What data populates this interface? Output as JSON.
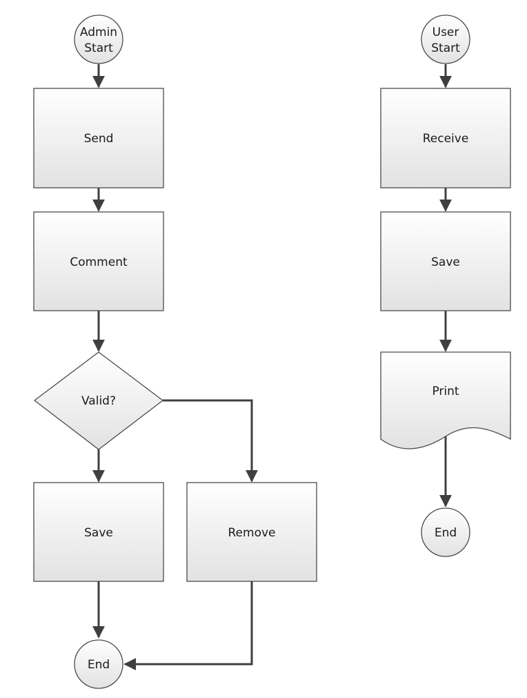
{
  "flows": {
    "admin": {
      "start": [
        "Admin",
        "Start"
      ],
      "send": "Send",
      "comment": "Comment",
      "valid": "Valid?",
      "save": "Save",
      "remove": "Remove",
      "end": "End"
    },
    "user": {
      "start": [
        "User",
        "Start"
      ],
      "receive": "Receive",
      "save": "Save",
      "print": "Print",
      "end": "End"
    }
  },
  "colors": {
    "fill_light": "#ffffff",
    "fill_dark": "#e2e2e2",
    "stroke": "#4a4a4a",
    "edge": "#3f3f3f"
  }
}
